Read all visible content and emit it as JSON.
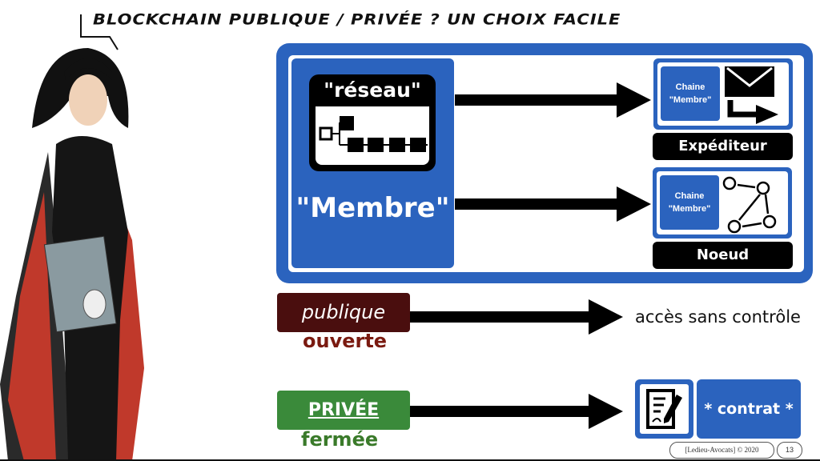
{
  "slide": {
    "title": "BLOCKCHAIN PUBLIQUE / PRIVÉE ? UN CHOIX FACILE",
    "network_label": "\"réseau\"",
    "member_label": "\"Membre\"",
    "chain_line1": "Chaine",
    "chain_line2": "\"Membre\"",
    "sender_label": "Expéditeur",
    "node_label": "Noeud",
    "public_label": "publique",
    "public_sub": "ouverte",
    "public_result": "accès sans contrôle",
    "private_label": "PRIVÉE",
    "private_sub": "fermée",
    "contract_label": "* contrat *",
    "colors": {
      "blue": "#2b63be",
      "public": "#4a0e0e",
      "public_text": "#7a1a10",
      "private": "#3a8a3a",
      "private_text": "#3a7a2a"
    }
  },
  "footer": {
    "copyright": "[Ledieu-Avocats] © 2020",
    "page": "13"
  }
}
